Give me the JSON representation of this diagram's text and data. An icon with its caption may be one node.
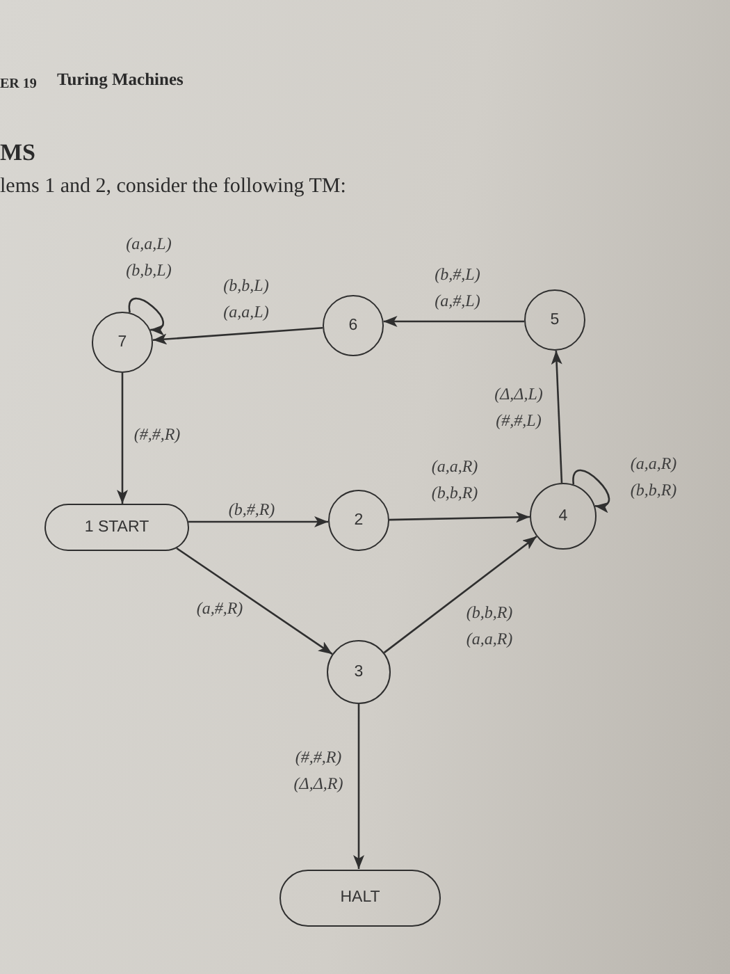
{
  "diagram": {
    "nodes": [
      {
        "text": [
          "1 START"
        ]
      },
      {
        "text": [
          "2"
        ]
      },
      {
        "text": [
          "3"
        ]
      },
      {
        "text": [
          "4"
        ]
      },
      {
        "text": [
          "5"
        ]
      },
      {
        "text": [
          "6"
        ]
      },
      {
        "text": [
          "7"
        ]
      },
      {
        "text": [
          "HALT"
        ]
      }
    ],
    "edges": [
      {
        "from": 0,
        "to": 1,
        "arrow": "to",
        "label": "(b,#,R)"
      },
      {
        "from": 0,
        "to": 2,
        "arrow": "to",
        "label": "(a,#,R)"
      },
      {
        "from": 1,
        "to": 3,
        "arrow": "to",
        "label": "(a,a,R) (b,b,R)"
      },
      {
        "from": 2,
        "to": 3,
        "arrow": "to",
        "label": "(b,b,R) (a,a,R)"
      },
      {
        "from": 3,
        "to": 3,
        "arrow": "to",
        "label": "(a,a,R) (b,b,R)"
      },
      {
        "from": 3,
        "to": 4,
        "arrow": "to",
        "label": "(Δ,Δ,L) (#,#,L)"
      },
      {
        "from": 4,
        "to": 5,
        "arrow": "to",
        "label": "(b,#,L) (a,#,L)"
      },
      {
        "from": 5,
        "to": 6,
        "arrow": "to",
        "label": "(b,b,L) (a,a,L)"
      },
      {
        "from": 6,
        "to": 6,
        "arrow": "to",
        "label": "(a,a,L) (b,b,L)"
      },
      {
        "from": 6,
        "to": 0,
        "arrow": "to",
        "label": "(#,#,R)"
      },
      {
        "from": 2,
        "to": 7,
        "arrow": "to",
        "label": "(#,#,R) (Δ,Δ,R)"
      }
    ],
    "labels": [
      "ER 19",
      "Turing Machines",
      "MS",
      "lems 1 and 2, consider the following TM:"
    ]
  }
}
